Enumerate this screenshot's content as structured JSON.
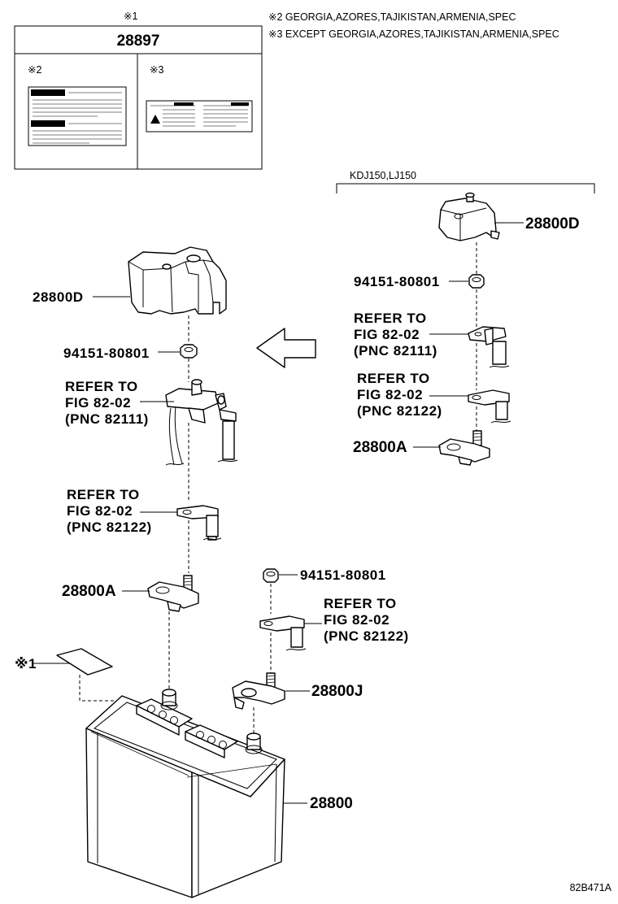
{
  "table": {
    "note_mark": "※1",
    "part_number": "28897",
    "cell_left_mark": "※2",
    "cell_right_mark": "※3"
  },
  "notes": [
    "※2 GEORGIA,AZORES,TAJIKISTAN,ARMENIA,SPEC",
    "※3 EXCEPT GEORGIA,AZORES,TAJIKISTAN,ARMENIA,SPEC"
  ],
  "variant_label": "KDJ150,LJ150",
  "labels": {
    "cover_left": "28800D",
    "nut_left": "94151-80801",
    "ref_left_1": [
      "REFER TO",
      "FIG 82-02",
      "(PNC 82111)"
    ],
    "ref_left_2": [
      "REFER TO",
      "FIG 82-02",
      "(PNC 82122)"
    ],
    "clamp_left": "28800A",
    "label_mark": "※1",
    "nut_mid": "94151-80801",
    "ref_mid": [
      "REFER TO",
      "FIG 82-02",
      "(PNC 82122)"
    ],
    "clamp_j": "28800J",
    "battery": "28800",
    "cover_right": "28800D",
    "nut_right": "94151-80801",
    "ref_right_1": [
      "REFER TO",
      "FIG 82-02",
      "(PNC 82111)"
    ],
    "ref_right_2": [
      "REFER TO",
      "FIG 82-02",
      "(PNC 82122)"
    ],
    "clamp_right": "28800A"
  },
  "figure_code": "82B471A"
}
